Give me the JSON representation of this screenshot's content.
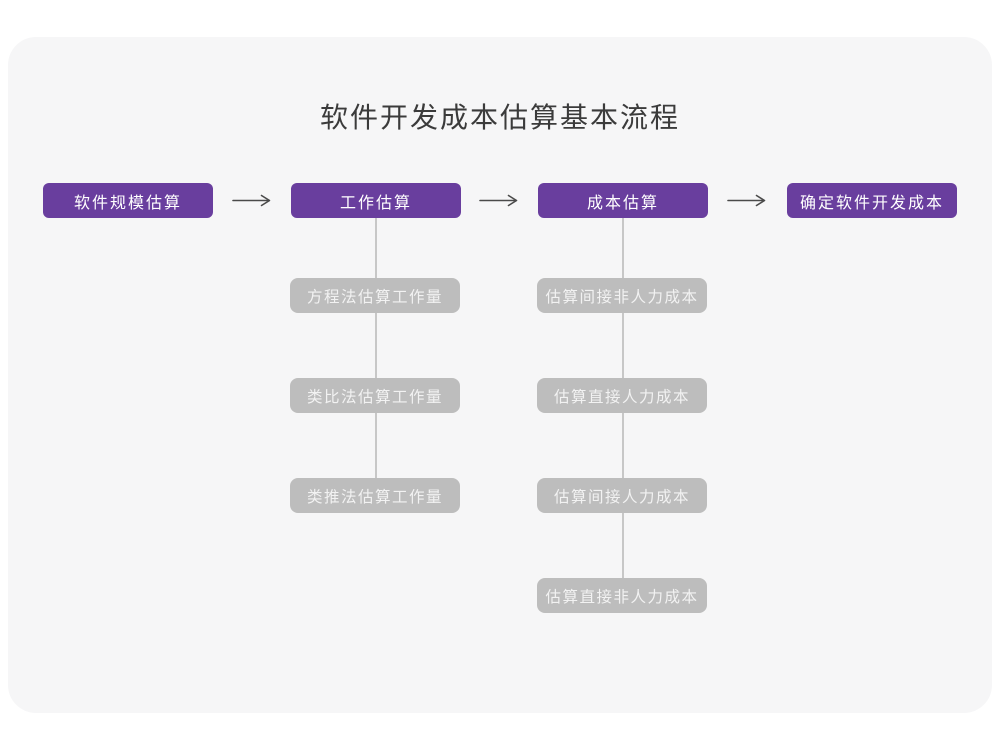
{
  "page": {
    "title": "软件开发成本估算基本流程"
  },
  "colors": {
    "purple": "#693e9e",
    "gray_box": "#bdbdbd",
    "box_text": "#ffffff",
    "card_bg": "#f6f6f7",
    "page_bg": "#ffffff",
    "connector": "#c7c7c7",
    "arrow": "#4a4a4a",
    "title_color": "#3b3b3b"
  },
  "flow": {
    "main_steps": [
      "软件规模估算",
      "工作估算",
      "成本估算",
      "确定软件开发成本"
    ],
    "work_estimation_methods": [
      "方程法估算工作量",
      "类比法估算工作量",
      "类推法估算工作量"
    ],
    "cost_estimation_steps": [
      "估算间接非人力成本",
      "估算直接人力成本",
      "估算间接人力成本",
      "估算直接非人力成本"
    ]
  }
}
